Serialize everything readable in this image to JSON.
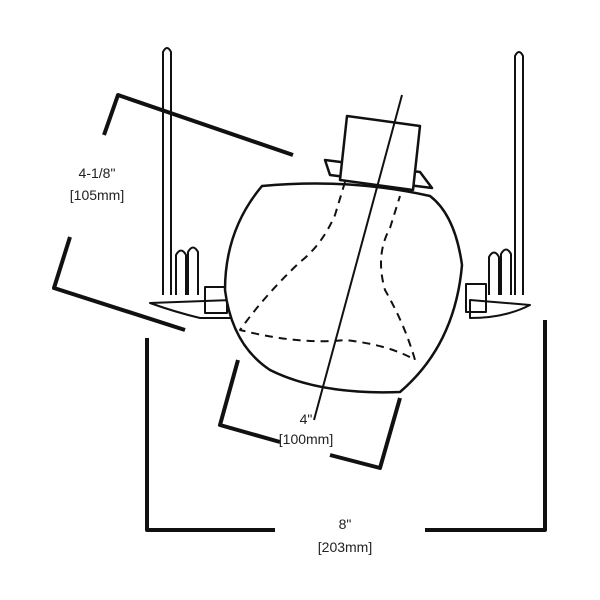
{
  "dimensions": {
    "height": {
      "imperial": "4-1/8\"",
      "metric": "[105mm]"
    },
    "aperture": {
      "imperial": "4\"",
      "metric": "[100mm]"
    },
    "width": {
      "imperial": "8\"",
      "metric": "[203mm]"
    }
  },
  "colors": {
    "line": "#111111",
    "background": "#ffffff"
  }
}
